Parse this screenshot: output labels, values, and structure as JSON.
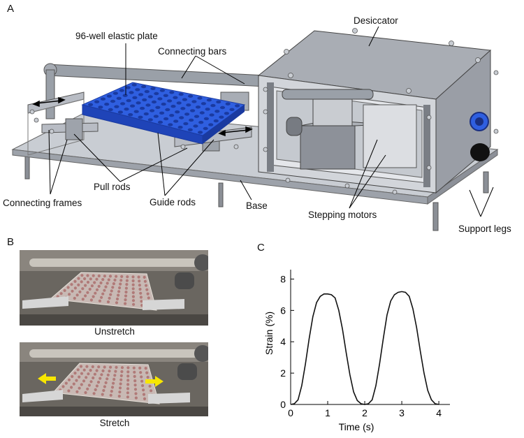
{
  "panels": {
    "a": "A",
    "b": "B",
    "c": "C"
  },
  "diagram_labels": {
    "plate": "96-well elastic plate",
    "connecting_bars": "Connecting bars",
    "desiccator": "Desiccator",
    "pull_rods": "Pull rods",
    "connecting_frames": "Connecting frames",
    "guide_rods": "Guide rods",
    "base": "Base",
    "stepping_motors": "Stepping motors",
    "support_legs": "Support legs"
  },
  "photo_captions": {
    "top": "Unstretch",
    "bottom": "Stretch"
  },
  "colors": {
    "plate_blue": "#2f5fe0",
    "metal": "#b8bcc4",
    "arrow_yellow": "#f7e600",
    "curve": "#111111"
  },
  "chart_data": {
    "type": "line",
    "xlabel": "Time (s)",
    "ylabel": "Strain (%)",
    "xlim": [
      0,
      4.3
    ],
    "ylim": [
      0,
      8.6
    ],
    "xticks": [
      0,
      1,
      2,
      3,
      4
    ],
    "yticks": [
      0,
      2,
      4,
      6,
      8
    ],
    "grid": false,
    "series": [
      {
        "x": [
          0,
          0.1,
          0.2,
          0.3,
          0.4,
          0.5,
          0.6,
          0.7,
          0.8,
          0.9,
          1.0,
          1.1,
          1.2,
          1.3,
          1.4,
          1.5,
          1.6,
          1.7,
          1.8,
          1.9,
          2.0,
          2.1,
          2.2,
          2.3,
          2.4,
          2.5,
          2.6,
          2.7,
          2.8,
          2.9,
          3.0,
          3.1,
          3.2,
          3.3,
          3.4,
          3.5,
          3.6,
          3.7,
          3.8,
          3.9,
          4.0
        ],
        "y": [
          0,
          0.05,
          0.3,
          1.2,
          2.6,
          4.2,
          5.6,
          6.5,
          6.9,
          7.05,
          7.05,
          7.0,
          6.8,
          6.0,
          4.8,
          3.3,
          1.9,
          0.8,
          0.25,
          0.05,
          0,
          0.05,
          0.3,
          1.2,
          2.6,
          4.2,
          5.7,
          6.6,
          7.0,
          7.15,
          7.2,
          7.15,
          6.9,
          6.1,
          4.9,
          3.4,
          2.0,
          0.9,
          0.3,
          0.05,
          0
        ]
      }
    ]
  }
}
